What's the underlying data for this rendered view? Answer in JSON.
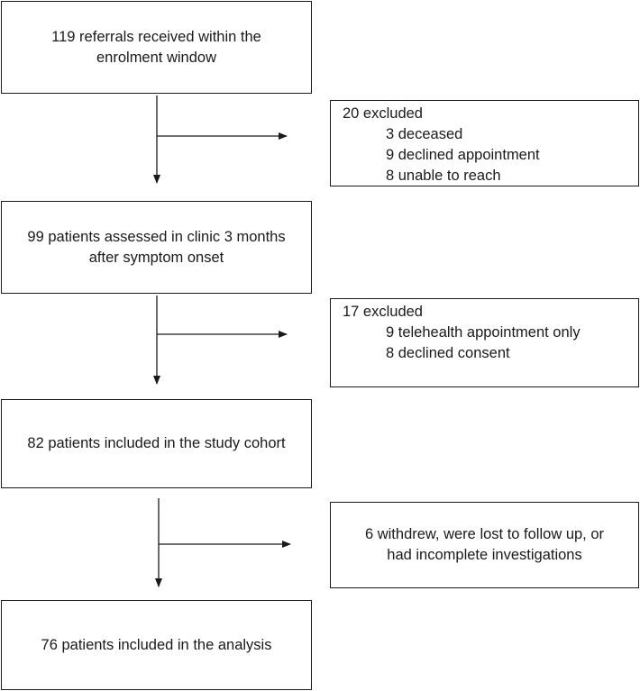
{
  "flowchart": {
    "stages": [
      {
        "lines": [
          "119 referrals received within the",
          "enrolment window"
        ]
      },
      {
        "lines": [
          "99 patients assessed in clinic 3 months",
          "after symptom onset"
        ]
      },
      {
        "lines": [
          "82 patients included in the study cohort"
        ]
      },
      {
        "lines": [
          "76 patients included in the analysis"
        ]
      }
    ],
    "exclusions": [
      {
        "heading": "20 excluded",
        "items": [
          "3 deceased",
          "9 declined appointment",
          "8 unable to reach"
        ]
      },
      {
        "heading": "17 excluded",
        "items": [
          "9 telehealth appointment only",
          "8 declined consent"
        ]
      },
      {
        "lines": [
          "6 withdrew, were lost to follow up, or",
          "had incomplete investigations"
        ]
      }
    ]
  },
  "colors": {
    "stroke": "#1a1a1a",
    "background": "#ffffff",
    "text": "#1a1a1a"
  }
}
